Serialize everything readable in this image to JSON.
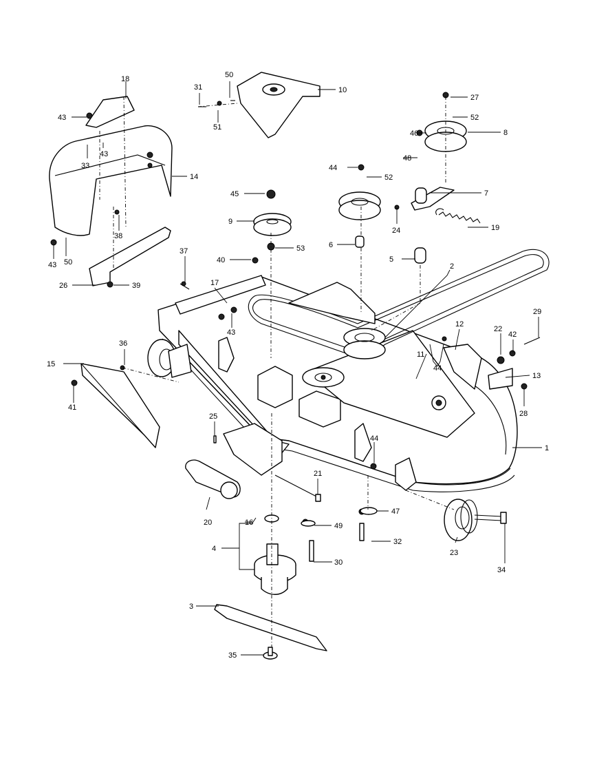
{
  "callouts": [
    {
      "id": "c1",
      "text": "1"
    },
    {
      "id": "c2",
      "text": "2"
    },
    {
      "id": "c3",
      "text": "3"
    },
    {
      "id": "c4",
      "text": "4"
    },
    {
      "id": "c5",
      "text": "5"
    },
    {
      "id": "c6",
      "text": "6"
    },
    {
      "id": "c7",
      "text": "7"
    },
    {
      "id": "c8",
      "text": "8"
    },
    {
      "id": "c9",
      "text": "9"
    },
    {
      "id": "c10",
      "text": "10"
    },
    {
      "id": "c11",
      "text": "11"
    },
    {
      "id": "c12",
      "text": "12"
    },
    {
      "id": "c13",
      "text": "13"
    },
    {
      "id": "c14",
      "text": "14"
    },
    {
      "id": "c15",
      "text": "15"
    },
    {
      "id": "c16",
      "text": "16"
    },
    {
      "id": "c17",
      "text": "17"
    },
    {
      "id": "c18",
      "text": "18"
    },
    {
      "id": "c19",
      "text": "19"
    },
    {
      "id": "c20",
      "text": "20"
    },
    {
      "id": "c21",
      "text": "21"
    },
    {
      "id": "c22",
      "text": "22"
    },
    {
      "id": "c23",
      "text": "23"
    },
    {
      "id": "c24",
      "text": "24"
    },
    {
      "id": "c25",
      "text": "25"
    },
    {
      "id": "c26",
      "text": "26"
    },
    {
      "id": "c27",
      "text": "27"
    },
    {
      "id": "c28",
      "text": "28"
    },
    {
      "id": "c29",
      "text": "29"
    },
    {
      "id": "c30",
      "text": "30"
    },
    {
      "id": "c31",
      "text": "31"
    },
    {
      "id": "c32",
      "text": "32"
    },
    {
      "id": "c33",
      "text": "33"
    },
    {
      "id": "c34",
      "text": "34"
    },
    {
      "id": "c35",
      "text": "35"
    },
    {
      "id": "c36",
      "text": "36"
    },
    {
      "id": "c37",
      "text": "37"
    },
    {
      "id": "c38",
      "text": "38"
    },
    {
      "id": "c39",
      "text": "39"
    },
    {
      "id": "c40",
      "text": "40"
    },
    {
      "id": "c41",
      "text": "41"
    },
    {
      "id": "c42",
      "text": "42"
    },
    {
      "id": "c43a",
      "text": "43"
    },
    {
      "id": "c43b",
      "text": "43"
    },
    {
      "id": "c43c",
      "text": "43"
    },
    {
      "id": "c43d",
      "text": "43"
    },
    {
      "id": "c44a",
      "text": "44"
    },
    {
      "id": "c44b",
      "text": "44"
    },
    {
      "id": "c44c",
      "text": "44"
    },
    {
      "id": "c45",
      "text": "45"
    },
    {
      "id": "c46",
      "text": "46"
    },
    {
      "id": "c47",
      "text": "47"
    },
    {
      "id": "c48",
      "text": "48"
    },
    {
      "id": "c49",
      "text": "49"
    },
    {
      "id": "c50a",
      "text": "50"
    },
    {
      "id": "c50b",
      "text": "50"
    },
    {
      "id": "c51",
      "text": "51"
    },
    {
      "id": "c52a",
      "text": "52"
    },
    {
      "id": "c52b",
      "text": "52"
    },
    {
      "id": "c53",
      "text": "53"
    }
  ]
}
